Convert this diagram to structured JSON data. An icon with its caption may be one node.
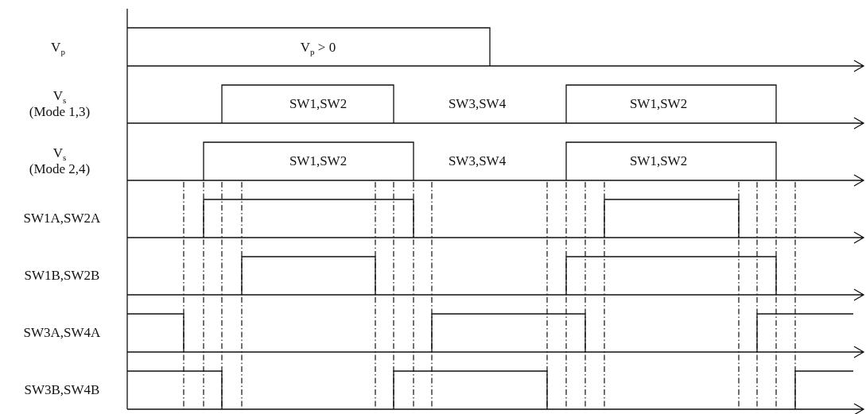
{
  "diagram": {
    "labels": [
      "V$_{p}$",
      "V$_{p}$ > 0",
      "V$_{s}$ (Mode 1,3)",
      "SW1,SW2",
      "SW3,SW4",
      "SW1,SW2",
      "V$_{s}$ (Mode 2,4)",
      "SW1,SW2",
      "SW3,SW4",
      "SW1,SW2",
      "SW1A,SW2A",
      "SW1B,SW2B",
      "SW3A,SW4A",
      "SW3B,SW4B"
    ]
  }
}
